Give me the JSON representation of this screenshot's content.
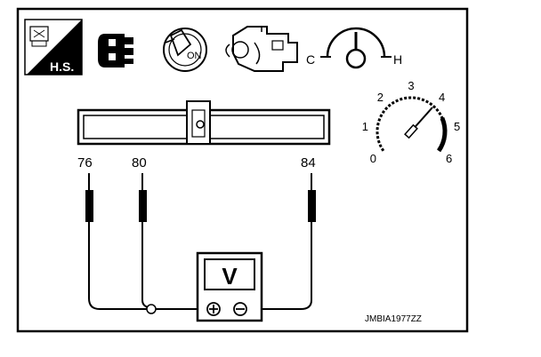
{
  "icons": {
    "hs_label": "H.S.",
    "ignition_label": "ON",
    "temp_cold": "C",
    "temp_hot": "H"
  },
  "tachometer": {
    "ticks": [
      "0",
      "1",
      "2",
      "3",
      "4",
      "5",
      "6"
    ],
    "needle_value": 4
  },
  "connector": {
    "terminals": [
      "76",
      "80",
      "84"
    ]
  },
  "voltmeter": {
    "symbol": "V"
  },
  "figure_code": "JMBIA1977ZZ"
}
